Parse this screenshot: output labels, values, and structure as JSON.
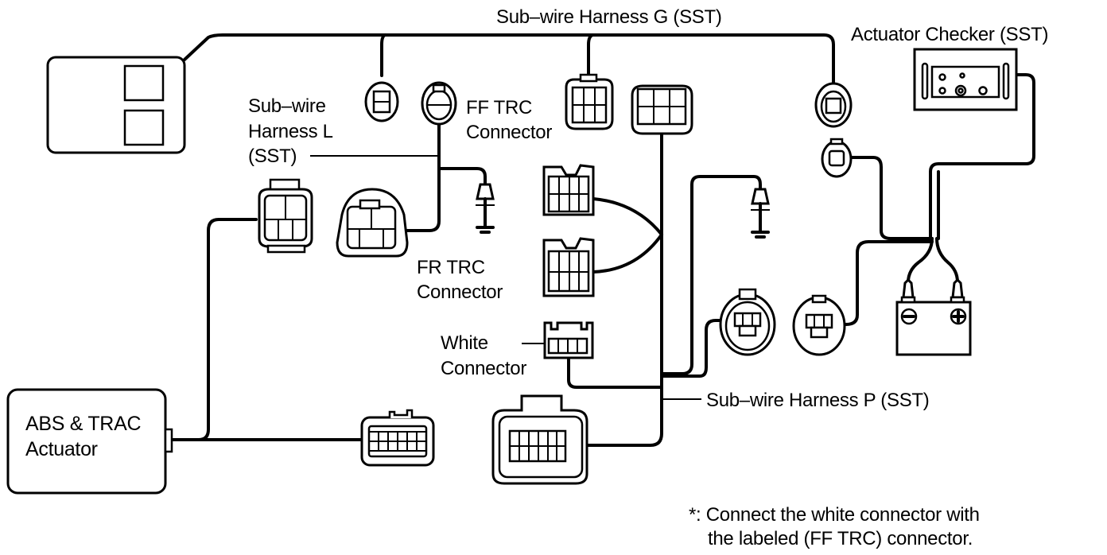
{
  "diagram": {
    "title": "ABS & TRAC actuator check wiring (SST connection)",
    "labels": {
      "sub_wire_harness_g": "Sub–wire Harness G (SST)",
      "actuator_checker": "Actuator Checker (SST)",
      "sub_wire_harness_l_line1": "Sub–wire",
      "sub_wire_harness_l_line2": "Harness L",
      "sub_wire_harness_l_line3": "(SST)",
      "ff_trc_line1": "FF TRC",
      "ff_trc_line2": "Connector",
      "fr_trc_line1": "FR TRC",
      "fr_trc_line2": "Connector",
      "white_connector_line1": "White",
      "white_connector_line2": "Connector",
      "sub_wire_harness_p": "Sub–wire Harness P (SST)",
      "abs_trac_line1": "ABS & TRAC",
      "abs_trac_line2": "Actuator"
    },
    "battery": {
      "negative_symbol": "−",
      "positive_symbol": "+"
    },
    "footnote": {
      "line1": "*: Connect the white connector with",
      "line2": "the labeled (FF TRC) connector."
    },
    "colors": {
      "ink": "#000000",
      "paper": "#ffffff"
    }
  }
}
